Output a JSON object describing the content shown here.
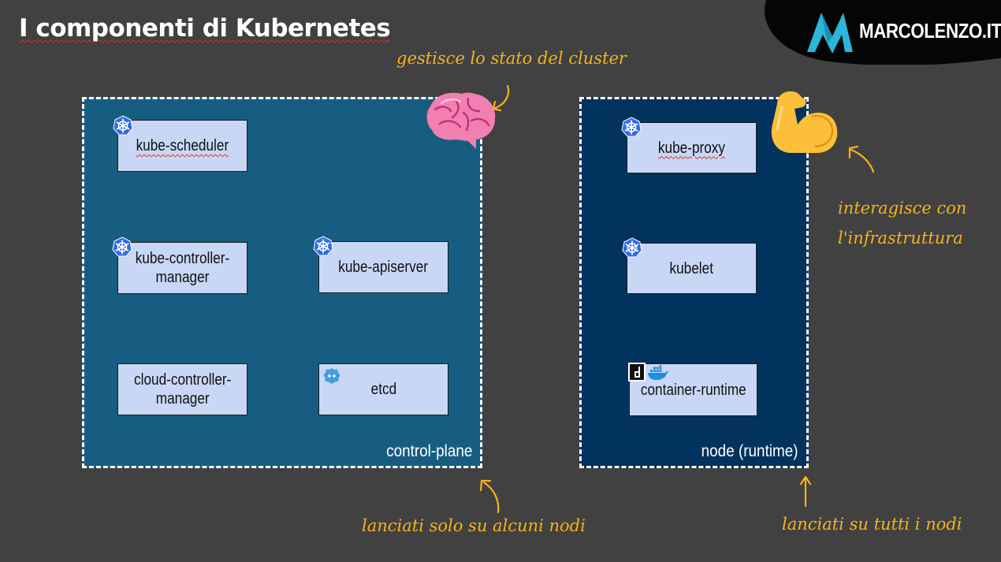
{
  "title": "I componenti di Kubernetes",
  "logo": {
    "text": "MARCOLENZO.IT",
    "accent": "#2bb5d8"
  },
  "colors": {
    "background": "#414141",
    "control_plane": "#175d81",
    "node": "#02335f",
    "component": "#c8d7f5",
    "annotation": "#f7b21b"
  },
  "regions": {
    "control_plane": {
      "label": "control-plane",
      "components": [
        {
          "label": "kube-scheduler",
          "icon": "kubernetes-icon"
        },
        {
          "label": "kube-controller-\nmanager",
          "icon": "kubernetes-icon"
        },
        {
          "label": "kube-apiserver",
          "icon": "kubernetes-icon"
        },
        {
          "label": "cloud-controller-\nmanager",
          "icon": ""
        },
        {
          "label": "etcd",
          "icon": "etcd-icon"
        }
      ]
    },
    "node": {
      "label": "node (runtime)",
      "components": [
        {
          "label": "kube-proxy",
          "icon": "kubernetes-icon"
        },
        {
          "label": "kubelet",
          "icon": "kubernetes-icon"
        },
        {
          "label": "container-runtime",
          "icon": "docker-icon"
        }
      ]
    }
  },
  "annotations": {
    "control_plane_role": "gestisce lo stato del cluster",
    "node_role_line1": "interagisce con",
    "node_role_line2": "l'infrastruttura",
    "control_plane_scope": "lanciati solo su alcuni nodi",
    "node_scope": "lanciati su tutti i nodi"
  },
  "decorations": {
    "brain": "brain-icon",
    "muscle": "flexed-biceps-icon"
  }
}
